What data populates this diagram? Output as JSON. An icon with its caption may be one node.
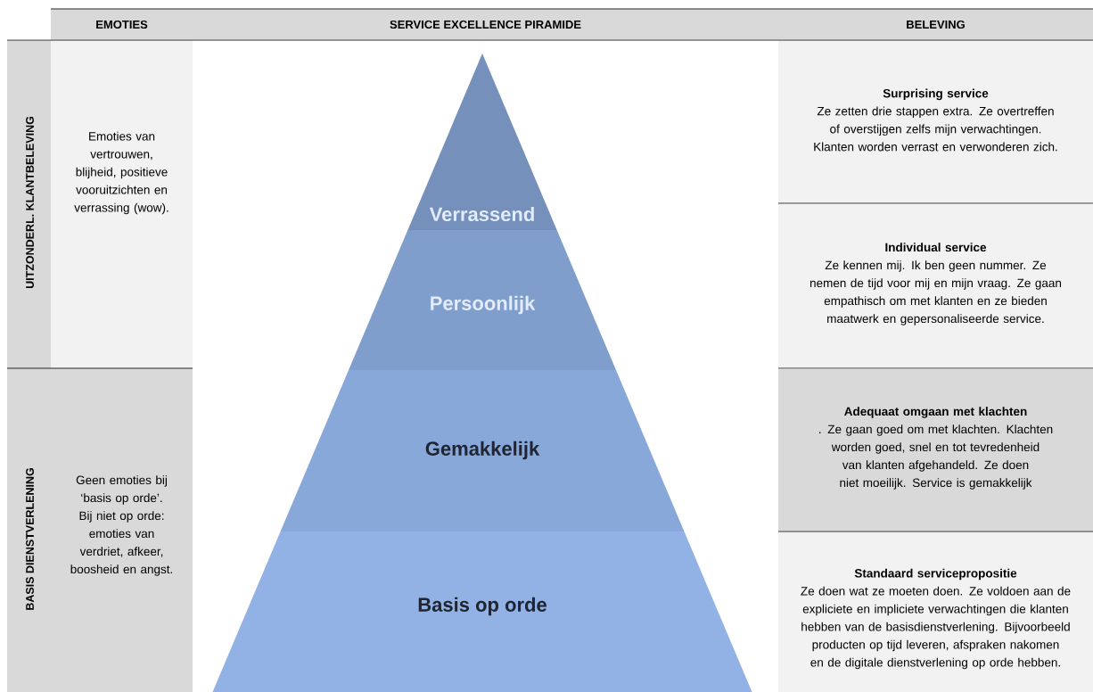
{
  "diagram": {
    "nodes": [
      {
        "text": [
          "EMOTIES"
        ]
      },
      {
        "text": [
          "SERVICE EXCELLENCE PIRAMIDE"
        ]
      },
      {
        "text": [
          "BELEVING"
        ]
      },
      {
        "text": [
          "UITZONDERL. KLANTBELEVING"
        ]
      },
      {
        "text": [
          "Emoties van vertrouwen, blijheid, positieve vooruitzichten en verrassing (wow)."
        ]
      },
      {
        "text": [
          "BASIS DIENSTVERLENING"
        ]
      },
      {
        "text": [
          "Geen emoties bij ‘basis op orde’. Bij niet op orde: emoties van verdriet, afkeer, boosheid en angst."
        ]
      },
      {
        "text": [
          "Verrassend"
        ]
      },
      {
        "text": [
          "Persoonlijk"
        ]
      },
      {
        "text": [
          "Gemakkelijk"
        ]
      },
      {
        "text": [
          "Basis op orde"
        ]
      },
      {
        "text": [
          "Surprising service",
          "Ze zetten drie stappen extra. Ze overtreffen of overstijgen zelfs mijn verwachtingen. Klanten worden verrast en verwonderen zich."
        ]
      },
      {
        "text": [
          "Individual service",
          "Ze kennen mij. Ik ben geen nummer. Ze nemen de tijd voor mij en mijn vraag. Ze gaan empathisch om met klanten en ze bieden maatwerk en gepersonaliseerde service."
        ]
      },
      {
        "text": [
          "Adequaat omgaan met klachten",
          ". Ze gaan goed om met klachten. Klachten worden goed, snel en tot tevredenheid van klanten afgehandeld. Ze doen niet moeilijk. Service is gemakkelijk"
        ]
      },
      {
        "text": [
          "Standaard servicepropositie",
          "Ze doen wat ze moeten doen. Ze voldoen aan de expliciete en impliciete verwachtingen die klanten hebben van de basisdienstverlening. Bijvoorbeeld producten op tijd leveren, afspraken nakomen en de digitale dienstverlening op orde hebben."
        ]
      }
    ]
  }
}
